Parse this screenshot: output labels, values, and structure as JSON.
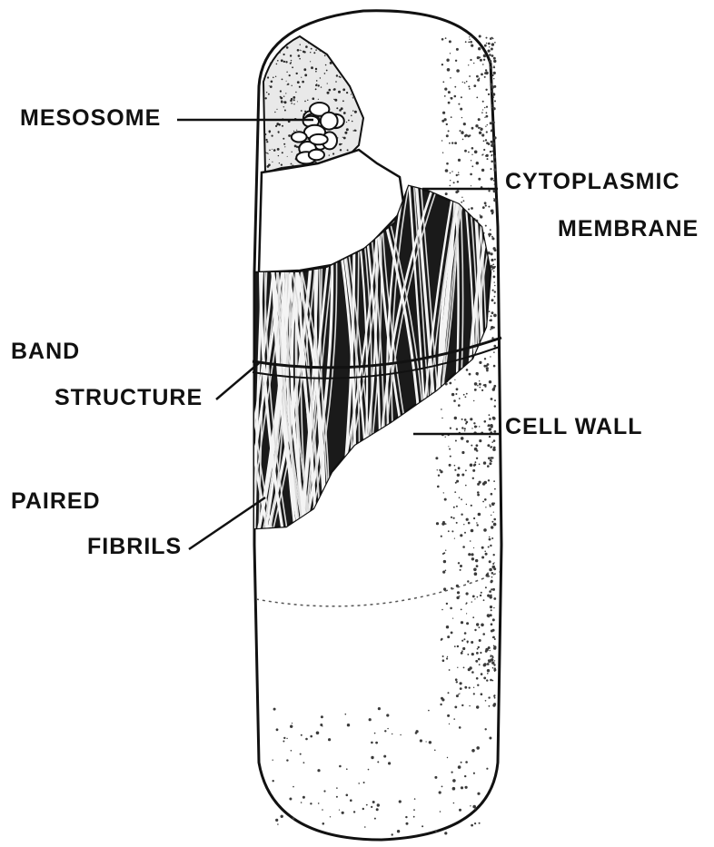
{
  "diagram": {
    "labels": {
      "mesosome": "MESOSOME",
      "cytoplasmic": "CYTOPLASMIC",
      "membrane": "MEMBRANE",
      "band": "BAND",
      "structure": "STRUCTURE",
      "cell_wall": "CELL WALL",
      "paired": "PAIRED",
      "fibrils": "FIBRILS"
    }
  },
  "colors": {
    "ink": "#111111",
    "paper": "#ffffff",
    "stipple": "#3a3a3a"
  }
}
